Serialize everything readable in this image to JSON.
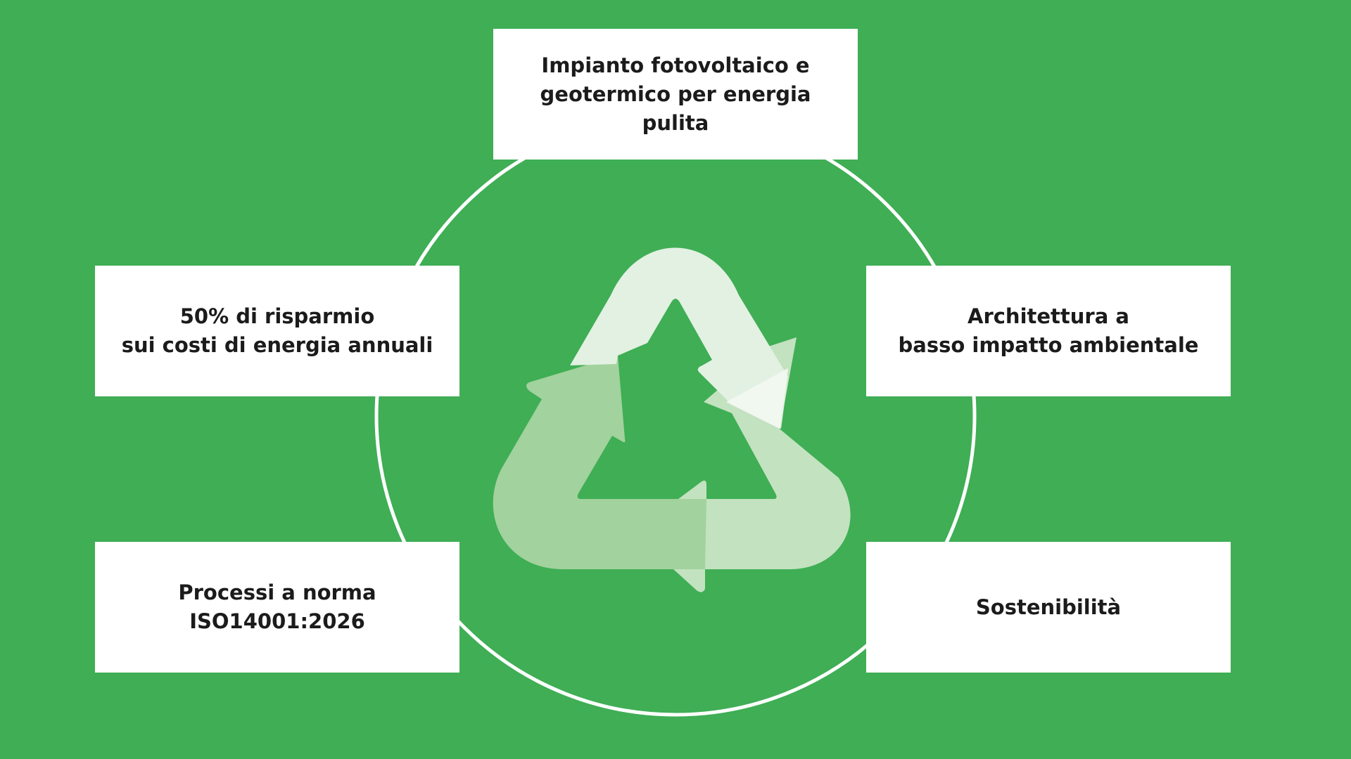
{
  "diagram": {
    "colors": {
      "background": "#3fae55",
      "card": "#ffffff",
      "ring": "#ffffff",
      "arrow_top": "#e2f1e2",
      "arrow_right": "#c3e2c0",
      "arrow_left": "#a2d29d",
      "text": "#1b1b1b"
    },
    "center_icon": "recycle-icon",
    "nodes": [
      {
        "id": "top",
        "label": "Impianto fotovoltaico e\ngeotermico per energia pulita"
      },
      {
        "id": "left_upper",
        "label": "50% di risparmio\nsui costi di energia annuali"
      },
      {
        "id": "right_upper",
        "label": "Architettura a\nbasso impatto ambientale"
      },
      {
        "id": "left_lower",
        "label": "Processi a norma\nISO14001:2026"
      },
      {
        "id": "right_lower",
        "label": "Sostenibilità"
      }
    ]
  }
}
